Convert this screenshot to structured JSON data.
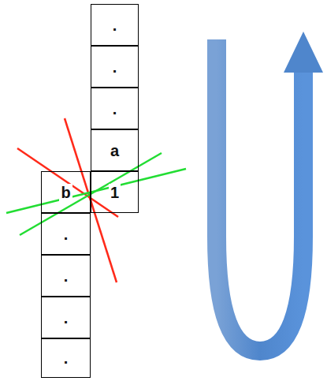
{
  "diagram": {
    "nodes": [
      {
        "text": [
          "."
        ]
      },
      {
        "text": [
          "."
        ]
      },
      {
        "text": [
          "."
        ]
      },
      {
        "text": [
          "a"
        ]
      },
      {
        "text": [
          "b"
        ]
      },
      {
        "text": [
          "1"
        ]
      },
      {
        "text": [
          "."
        ]
      },
      {
        "text": [
          "."
        ]
      },
      {
        "text": [
          "."
        ]
      },
      {
        "text": [
          "."
        ]
      }
    ],
    "edges": []
  }
}
